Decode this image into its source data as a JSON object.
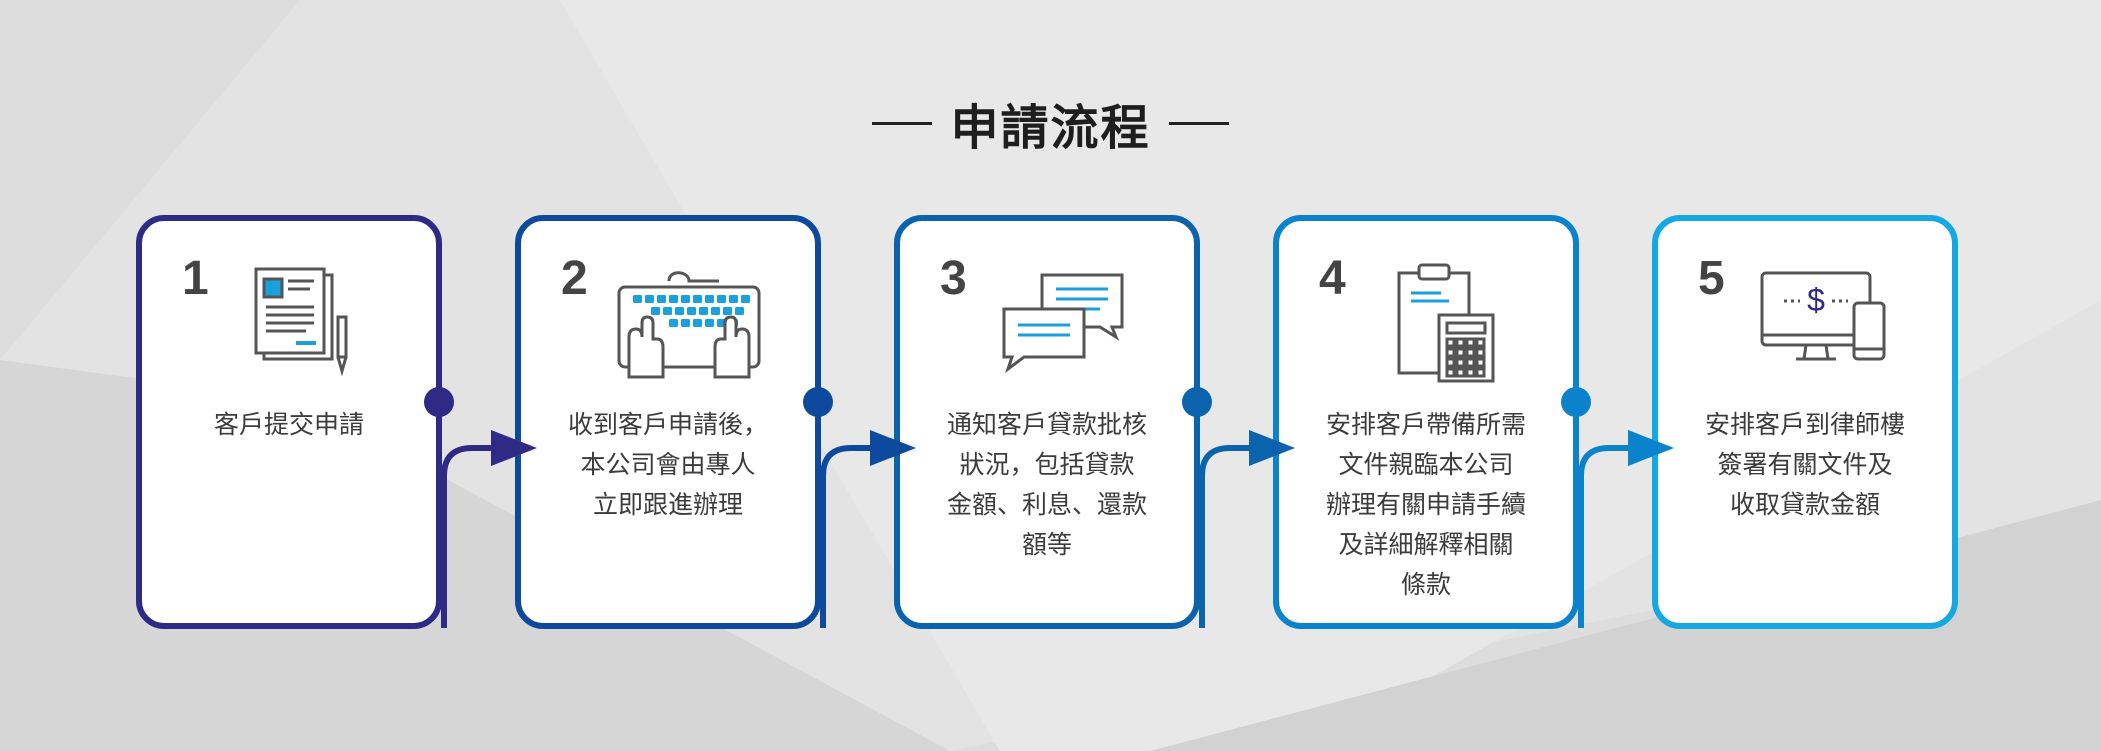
{
  "title": "申請流程",
  "steps": [
    {
      "number": "1",
      "text": "客戶提交申請",
      "color": "#2e2a86",
      "icon": "document-form-icon"
    },
    {
      "number": "2",
      "text": "收到客戶申請後，\n本公司會由專人\n立即跟進辦理",
      "color": "#0d4a9e",
      "icon": "keyboard-typing-icon"
    },
    {
      "number": "3",
      "text": "通知客戶貸款批核\n狀況，包括貸款\n金額、利息、還款\n額等",
      "color": "#0b62ad",
      "icon": "chat-bubbles-icon"
    },
    {
      "number": "4",
      "text": "安排客戶帶備所需\n文件親臨本公司\n辦理有關申請手續\n及詳細解釋相關\n條款",
      "color": "#0a82cc",
      "icon": "clipboard-calculator-icon"
    },
    {
      "number": "5",
      "text": "安排客戶到律師樓\n簽署有關文件及\n收取貸款金額",
      "color": "#14a9e3",
      "icon": "devices-dollar-icon"
    }
  ],
  "colors": {
    "icon_stroke": "#555555",
    "icon_accent": "#1aa0dd",
    "dollar": "#2e2a86"
  }
}
